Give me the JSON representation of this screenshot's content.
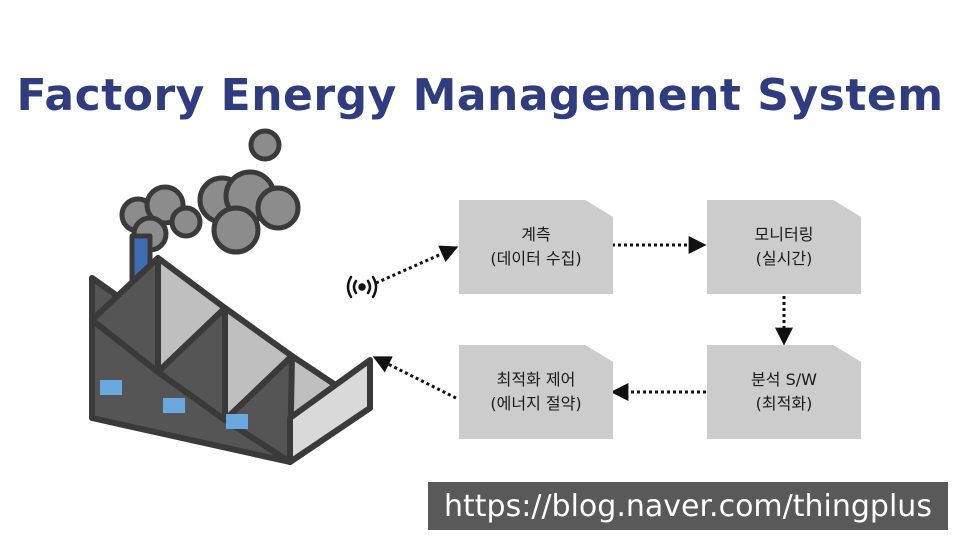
{
  "title": "Factory Energy Management System",
  "nodes": {
    "measure": {
      "line1": "계측",
      "line2": "(데이터 수집)"
    },
    "monitor": {
      "line1": "모니터링",
      "line2": "(실시간)"
    },
    "analysis": {
      "line1": "분석 S/W",
      "line2": "(최적화)"
    },
    "control": {
      "line1": "최적화 제어",
      "line2": "(에너지 절약)"
    }
  },
  "icons": [
    "factory-icon",
    "wireless-signal-icon"
  ],
  "watermark": "https://blog.naver.com/thingplus",
  "colors": {
    "title": "#2f3c7e",
    "card": "#cccccc",
    "factory_outline": "#3a3a3a",
    "factory_wall": "#555555",
    "factory_roof": "#bfbfbf",
    "chimney": "#3f6db3",
    "window": "#6aa9e0",
    "smoke": "#8c8c8c",
    "watermark_bg": "#595959"
  }
}
